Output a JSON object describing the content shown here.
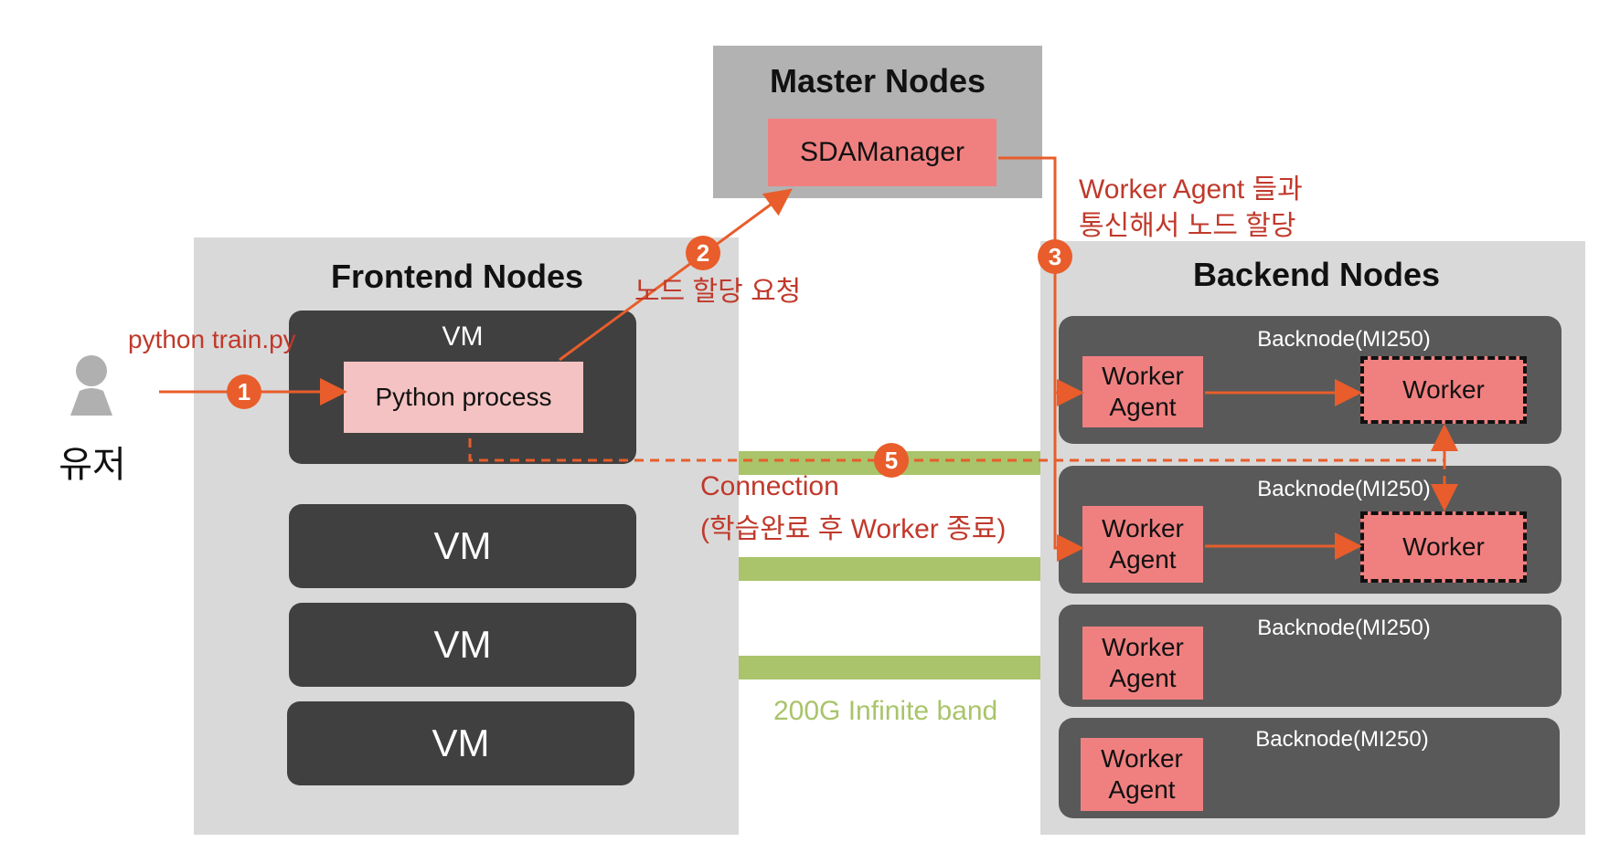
{
  "master": {
    "title": "Master Nodes",
    "manager": "SDAManager"
  },
  "frontend": {
    "title": "Frontend Nodes",
    "vm_top_label": "VM",
    "python_process": "Python process",
    "vm_labels": [
      "VM",
      "VM",
      "VM"
    ]
  },
  "backend": {
    "title": "Backend Nodes",
    "nodes": [
      {
        "label": "Backnode(MI250)",
        "agent": "Worker\nAgent",
        "worker": "Worker"
      },
      {
        "label": "Backnode(MI250)",
        "agent": "Worker\nAgent",
        "worker": "Worker"
      },
      {
        "label": "Backnode(MI250)",
        "agent": "Worker\nAgent"
      },
      {
        "label": "Backnode(MI250)",
        "agent": "Worker\nAgent"
      }
    ]
  },
  "user": {
    "label": "유저",
    "command": "python train.py"
  },
  "annotations": {
    "step2": "노드 할당 요청",
    "step3_line1": "Worker Agent 들과",
    "step3_line2": "통신해서 노드 할당",
    "connection_line1": "Connection",
    "connection_line2": "(학습완료 후 Worker 종료)",
    "band": "200G Infinite band"
  },
  "steps": [
    "1",
    "2",
    "3",
    "5"
  ],
  "colors": {
    "accent": "#e85d2b",
    "pink_box": "#f08080",
    "band": "#a9c46a",
    "vm": "#404040",
    "backnode": "#595959"
  }
}
